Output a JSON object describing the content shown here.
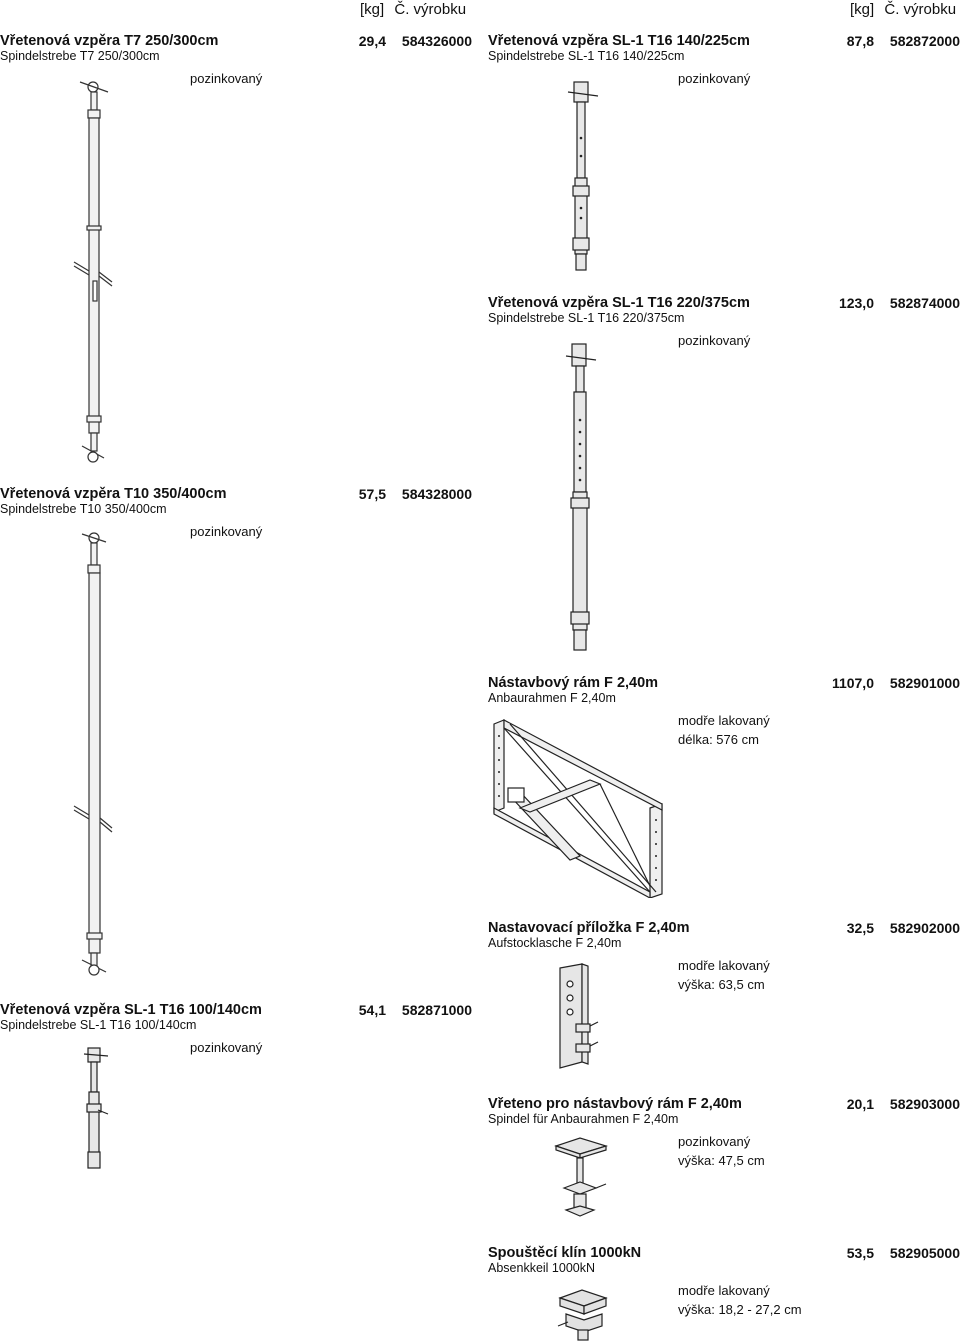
{
  "header": {
    "kg": "[kg]",
    "code": "Č. výrobku"
  },
  "items": [
    {
      "name": "Vřetenová vzpěra T7 250/300cm",
      "sub": "Spindelstrebe T7 250/300cm",
      "kg": "29,4",
      "code": "584326000",
      "f1": "pozinkovaný",
      "f2": ""
    },
    {
      "name": "Vřetenová vzpěra T10 350/400cm",
      "sub": "Spindelstrebe T10 350/400cm",
      "kg": "57,5",
      "code": "584328000",
      "f1": "pozinkovaný",
      "f2": ""
    },
    {
      "name": "Vřetenová vzpěra SL-1 T16 100/140cm",
      "sub": "Spindelstrebe SL-1 T16 100/140cm",
      "kg": "54,1",
      "code": "582871000",
      "f1": "pozinkovaný",
      "f2": ""
    },
    {
      "name": "Vřetenová vzpěra SL-1 T16 140/225cm",
      "sub": "Spindelstrebe SL-1 T16 140/225cm",
      "kg": "87,8",
      "code": "582872000",
      "f1": "pozinkovaný",
      "f2": ""
    },
    {
      "name": "Vřetenová vzpěra SL-1 T16 220/375cm",
      "sub": "Spindelstrebe SL-1 T16 220/375cm",
      "kg": "123,0",
      "code": "582874000",
      "f1": "pozinkovaný",
      "f2": ""
    },
    {
      "name": "Nástavbový rám F 2,40m",
      "sub": "Anbaurahmen F 2,40m",
      "kg": "1107,0",
      "code": "582901000",
      "f1": "modře lakovaný",
      "f2": "délka: 576 cm"
    },
    {
      "name": "Nastavovací příložka F 2,40m",
      "sub": "Aufstocklasche F 2,40m",
      "kg": "32,5",
      "code": "582902000",
      "f1": "modře lakovaný",
      "f2": "výška: 63,5 cm"
    },
    {
      "name": "Vřeteno pro nástavbový rám F 2,40m",
      "sub": "Spindel für Anbaurahmen F 2,40m",
      "kg": "20,1",
      "code": "582903000",
      "f1": "pozinkovaný",
      "f2": "výška: 47,5 cm"
    },
    {
      "name": "Spouštěcí klín 1000kN",
      "sub": "Absenkkeil 1000kN",
      "kg": "53,5",
      "code": "582905000",
      "f1": "modře lakovaný",
      "f2": "výška: 18,2 - 27,2 cm"
    }
  ]
}
